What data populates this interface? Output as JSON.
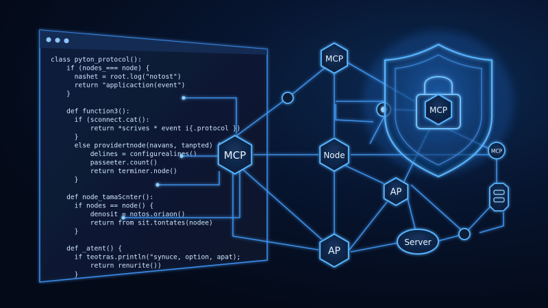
{
  "palette": {
    "accent": "#2f8cff",
    "glow": "#58b4ff",
    "line": "#3d8fe6",
    "bg": "#050b1a"
  },
  "code_window": {
    "lines": [
      "class pyton_protocol():",
      "    if (nodes_=== node) {",
      "      nashet = root.log(\"notost\")",
      "      return \"applicaction(event\")",
      "    }",
      "",
      "    def function3():",
      "      if (sconnect.cat():",
      "          return *scrives * event i{.protocol })",
      "      }",
      "      else providertnode(navans, tanpted) {",
      "          delines = configurealines()",
      "          passeeter.count()",
      "          return terminer.node()",
      "      }",
      "",
      "    def node_tamaScnter():",
      "      if nodes == node() {",
      "          denosit = notos.oriaon()",
      "          return from sit.tontates(nodee)",
      "      }",
      "",
      "    def _atent() {",
      "      if teotras.println(\"synuce, option, apat);",
      "          return renurite())",
      "      }"
    ]
  },
  "nodes": {
    "mcp_left": "MCP",
    "mcp_top": "MCP",
    "node_center": "Node",
    "mcp_shield": "MCP",
    "ap_right": "AP",
    "ap_bottom": "AP",
    "server": "Server",
    "mcp_small": "MCP"
  },
  "icons": [
    "padlock-icon",
    "shield-icon",
    "server-stack-icon"
  ]
}
